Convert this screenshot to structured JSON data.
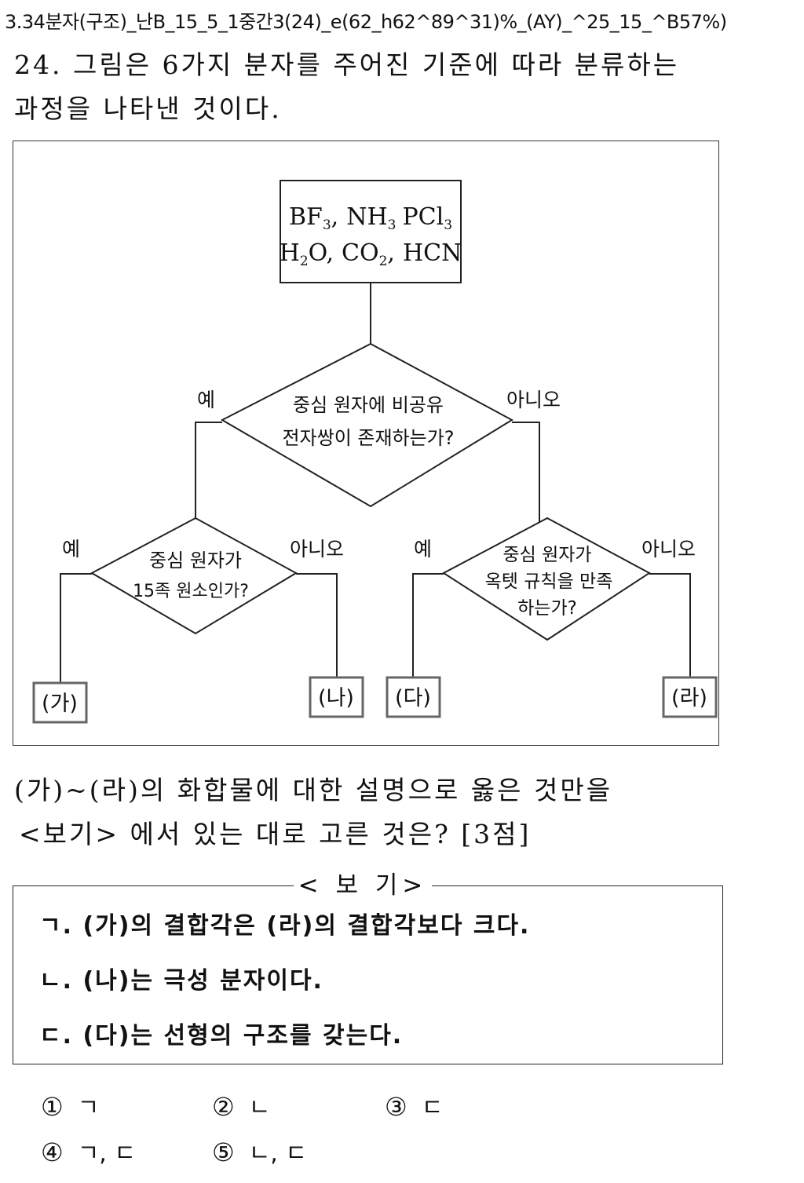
{
  "header": {
    "code": "3.34분자(구조)_난B_15_5_1중간3(24)_e(62_h62^89^31)%_(AY)_^25_15_^B57%)"
  },
  "question": {
    "line1": "24. 그림은 6가지 분자를 주어진 기준에 따라 분류하는",
    "line2": "과정을 나타낸 것이다.",
    "line3": "(가)~(라)의 화합물에 대한 설명으로 옳은 것만을",
    "line4": "<보기> 에서 있는 대로 고른 것은? [3점]"
  },
  "diagram": {
    "molecules": {
      "BF": "BF",
      "BF_sub": "3",
      "NH": "NH",
      "NH_sub": "3",
      "PCl": "PCl",
      "PCl_sub": "3",
      "H2O_a": "H",
      "H2O_sub": "2",
      "H2O_b": "O",
      "CO": "CO",
      "CO_sub": "2",
      "HCN": "HCN",
      "comma": ","
    },
    "top_question": {
      "line1": "중심 원자에 비공유",
      "line2": "전자쌍이 존재하는가?"
    },
    "left_question": {
      "line1": "중심 원자가",
      "line2": "15족 원소인가?"
    },
    "right_question": {
      "line1": "중심 원자가",
      "line2": "옥텟 규칙을 만족",
      "line3": "하는가?"
    },
    "yes": "예",
    "no": "아니오",
    "boxes": {
      "ga": "(가)",
      "na": "(나)",
      "da": "(다)",
      "ra": "(라)"
    }
  },
  "bogi": {
    "title": "< 보 기>",
    "items": [
      "ㄱ. (가)의 결합각은 (라)의 결합각보다 크다.",
      "ㄴ. (나)는 극성 분자이다.",
      "ㄷ. (다)는 선형의 구조를 갖는다."
    ]
  },
  "choices": [
    {
      "num": "①",
      "text": "ㄱ"
    },
    {
      "num": "②",
      "text": "ㄴ"
    },
    {
      "num": "③",
      "text": "ㄷ"
    },
    {
      "num": "④",
      "text": "ㄱ, ㄷ"
    },
    {
      "num": "⑤",
      "text": "ㄴ, ㄷ"
    }
  ]
}
